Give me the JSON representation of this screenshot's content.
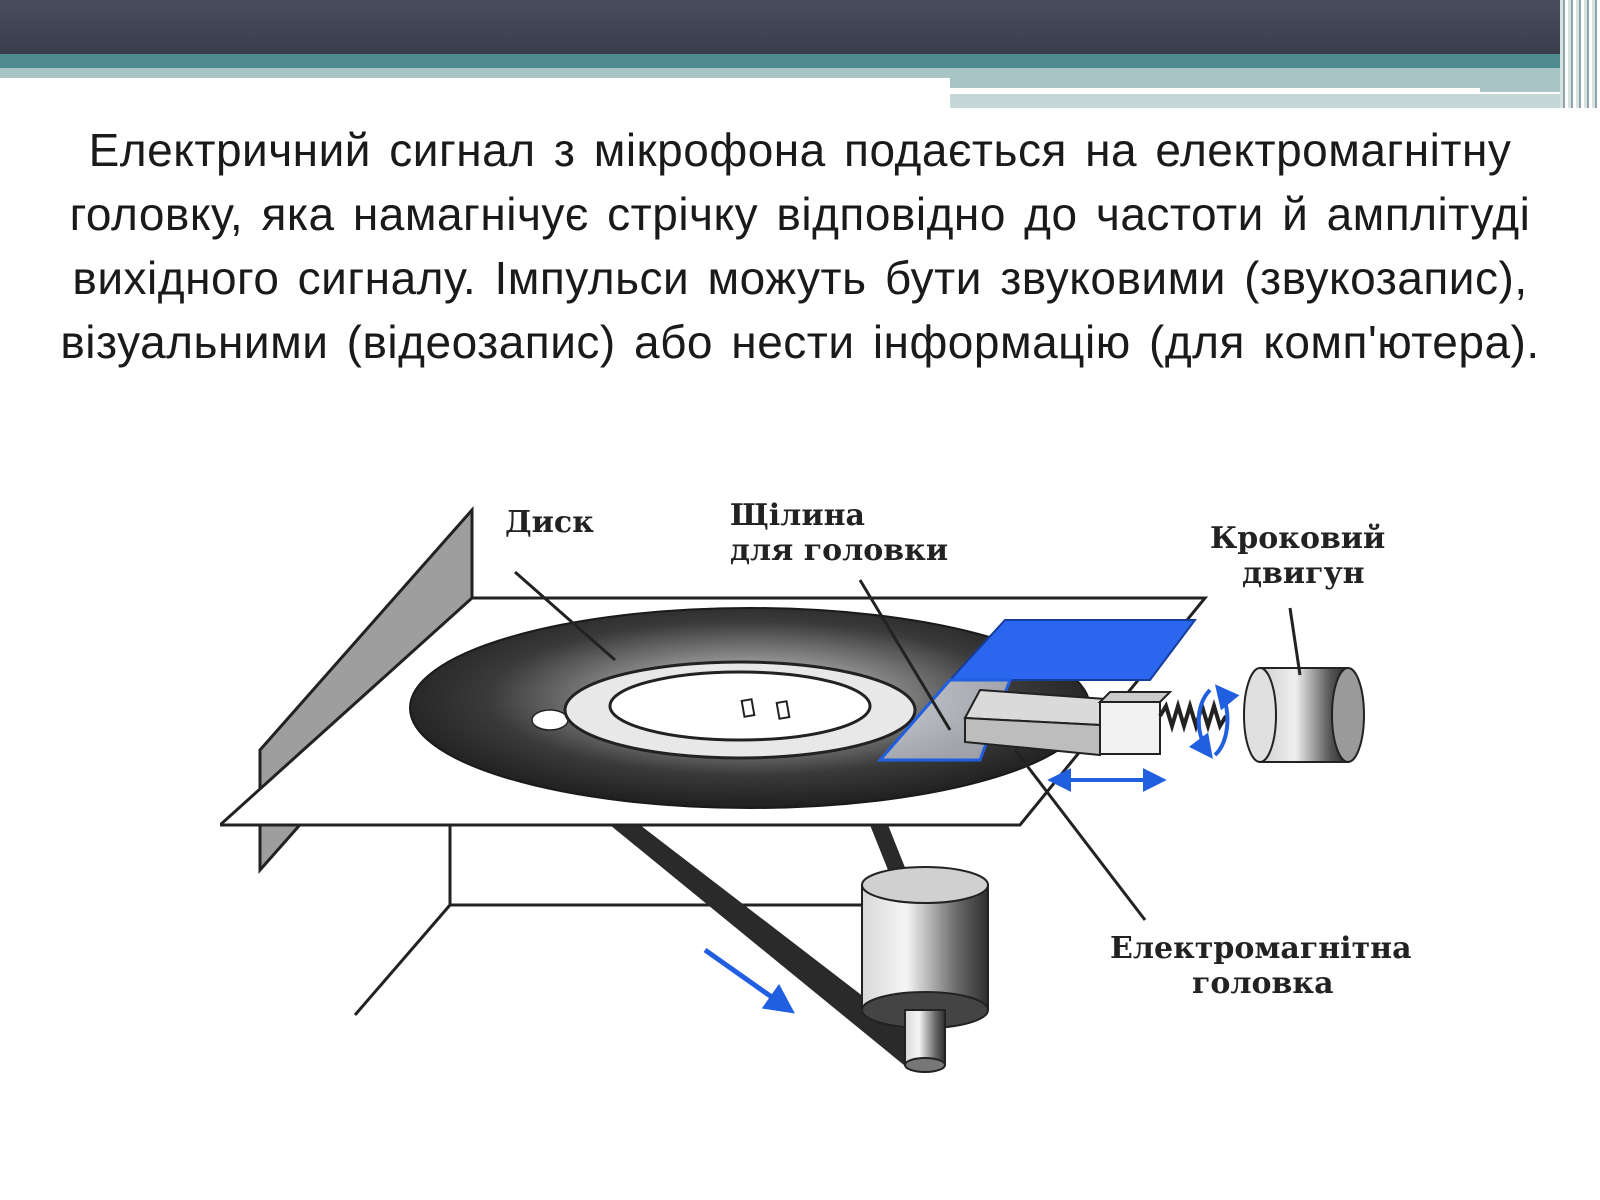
{
  "slide": {
    "text": "Електричний сигнал з мікрофона подається на електромагнітну головку, яка намагнічує стрічку відповідно до частоти й амплітуді вихідного сигналу. Імпульси можуть бути звуковими (звукозапис), візуальними (відеозапис) або нести інформацію (для комп'ютера)."
  },
  "diagram": {
    "labels": {
      "disk": "Диск",
      "slot_line1": "Щілина",
      "slot_line2": "для головки",
      "motor_line1": "Кроковий",
      "motor_line2": "двигун",
      "head_line1": "Електромагнітна",
      "head_line2": "головка"
    },
    "colors": {
      "accent": "#1f5fe0",
      "shutter": "#2a66ee",
      "disk_dark": "#2c2c2c",
      "teal": "#4f8a8f",
      "header_dark": "#3f4250"
    }
  }
}
